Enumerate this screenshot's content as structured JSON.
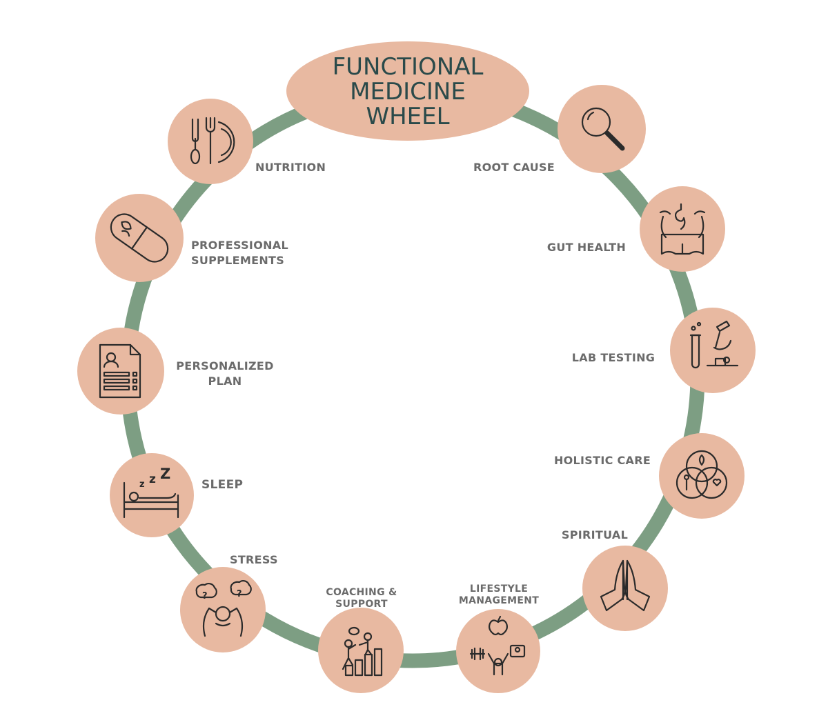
{
  "title": {
    "line1": "FUNCTIONAL",
    "line2": "MEDICINE",
    "line3": "WHEEL"
  },
  "colors": {
    "ring": "#7d9e83",
    "node": "#e8b9a1",
    "title_text": "#2a4a4a",
    "label_text": "#6b6b6b",
    "icon_stroke": "#2b2b2b"
  },
  "items": [
    {
      "id": "nutrition",
      "label1": "NUTRITION",
      "label2": "",
      "icon": "utensils-plate-icon"
    },
    {
      "id": "professional-supplements",
      "label1": "PROFESSIONAL",
      "label2": "SUPPLEMENTS",
      "icon": "capsule-icon"
    },
    {
      "id": "personalized-plan",
      "label1": "PERSONALIZED",
      "label2": "PLAN",
      "icon": "document-profile-icon"
    },
    {
      "id": "sleep",
      "label1": "SLEEP",
      "label2": "",
      "icon": "bed-sleep-icon"
    },
    {
      "id": "stress",
      "label1": "STRESS",
      "label2": "",
      "icon": "stressed-person-icon"
    },
    {
      "id": "coaching-support",
      "label1": "COACHING &",
      "label2": "SUPPORT",
      "icon": "climbing-steps-icon"
    },
    {
      "id": "lifestyle-management",
      "label1": "LIFESTYLE",
      "label2": "MANAGEMENT",
      "icon": "lifestyle-icon"
    },
    {
      "id": "spiritual",
      "label1": "SPIRITUAL",
      "label2": "",
      "icon": "praying-hands-icon"
    },
    {
      "id": "holistic-care",
      "label1": "HOLISTIC CARE",
      "label2": "",
      "icon": "venn-diagram-icon"
    },
    {
      "id": "lab-testing",
      "label1": "LAB TESTING",
      "label2": "",
      "icon": "microscope-icon"
    },
    {
      "id": "gut-health",
      "label1": "GUT HEALTH",
      "label2": "",
      "icon": "stomach-icon"
    },
    {
      "id": "root-cause",
      "label1": "ROOT CAUSE",
      "label2": "",
      "icon": "magnifier-icon"
    }
  ]
}
